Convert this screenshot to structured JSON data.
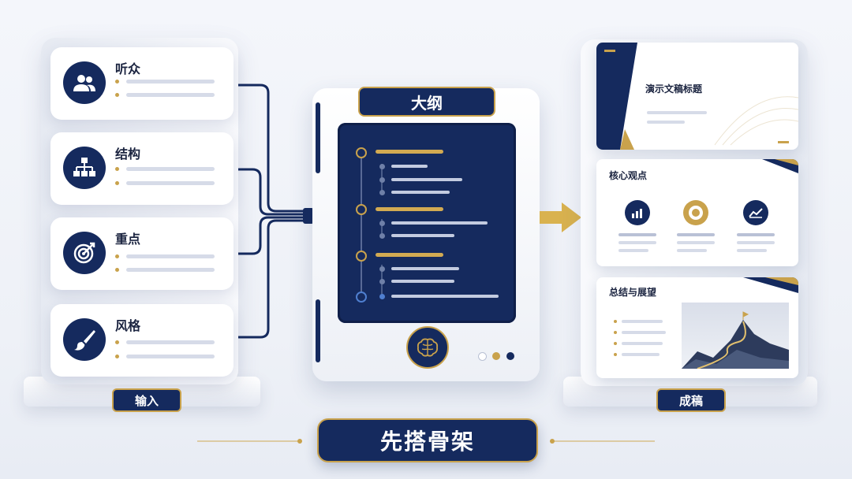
{
  "inputs": {
    "items": [
      {
        "label": "听众",
        "icon": "audience-icon"
      },
      {
        "label": "结构",
        "icon": "structure-icon"
      },
      {
        "label": "重点",
        "icon": "target-icon"
      },
      {
        "label": "风格",
        "icon": "brush-icon"
      }
    ],
    "badge": "输入"
  },
  "outline": {
    "title": "大纲",
    "icon": "brain-icon"
  },
  "output": {
    "slides": [
      {
        "title": "演示文稿标题"
      },
      {
        "title": "核心观点"
      },
      {
        "title": "总结与展望"
      }
    ],
    "badge": "成稿"
  },
  "banner": "先搭骨架",
  "colors": {
    "navy": "#152a5e",
    "gold": "#c9a24c"
  }
}
